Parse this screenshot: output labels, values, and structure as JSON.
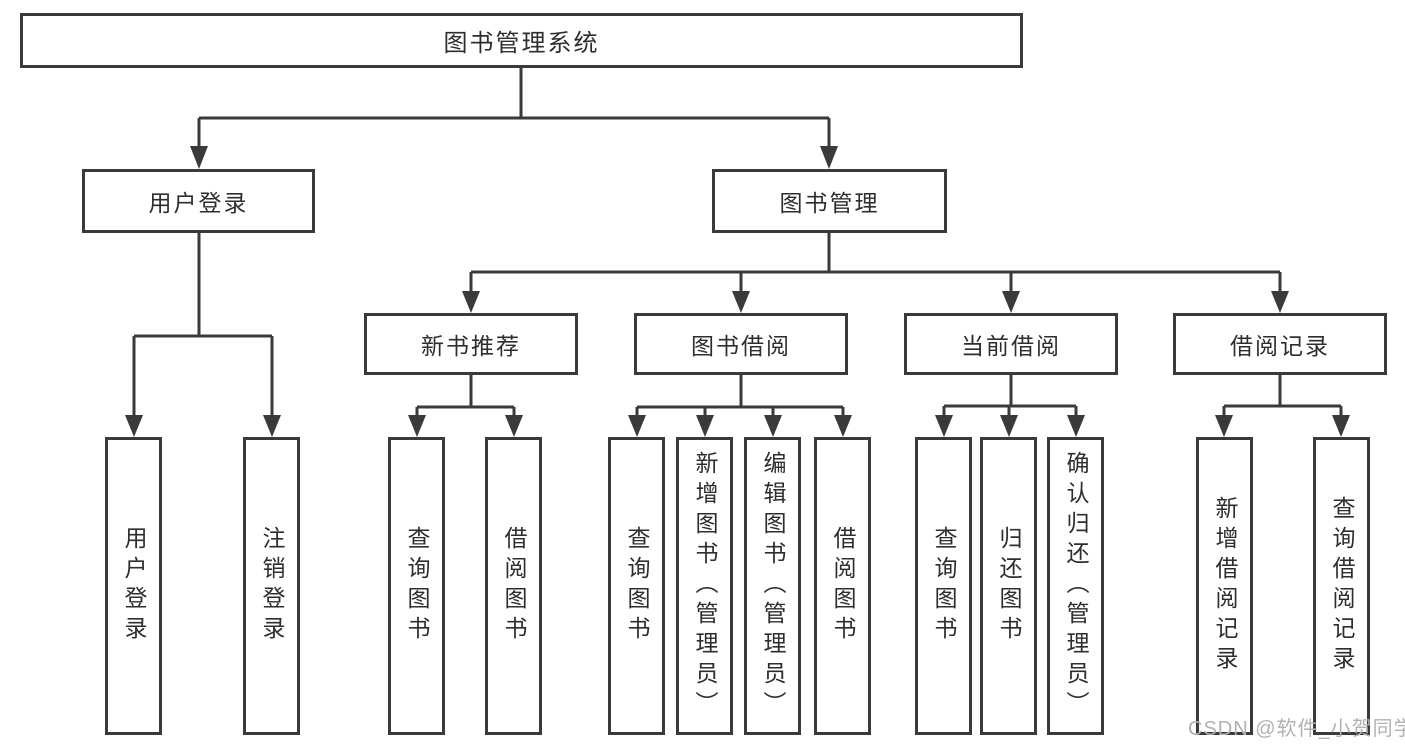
{
  "diagram": {
    "title": "图书管理系统",
    "root": {
      "label": "图书管理系统"
    },
    "level2": [
      {
        "label": "用户登录"
      },
      {
        "label": "图书管理"
      }
    ],
    "level3": [
      {
        "label": "新书推荐",
        "parent": "图书管理"
      },
      {
        "label": "图书借阅",
        "parent": "图书管理"
      },
      {
        "label": "当前借阅",
        "parent": "图书管理"
      },
      {
        "label": "借阅记录",
        "parent": "图书管理"
      }
    ],
    "leaves": [
      {
        "label": "用户登录",
        "parent": "用户登录"
      },
      {
        "label": "注销登录",
        "parent": "用户登录"
      },
      {
        "label": "查询图书",
        "parent": "新书推荐"
      },
      {
        "label": "借阅图书",
        "parent": "新书推荐"
      },
      {
        "label": "查询图书",
        "parent": "图书借阅"
      },
      {
        "label": "新增图书（管理员）",
        "parent": "图书借阅"
      },
      {
        "label": "编辑图书（管理员）",
        "parent": "图书借阅"
      },
      {
        "label": "借阅图书",
        "parent": "图书借阅"
      },
      {
        "label": "查询图书",
        "parent": "当前借阅"
      },
      {
        "label": "归还图书",
        "parent": "当前借阅"
      },
      {
        "label": "确认归还（管理员）",
        "parent": "当前借阅"
      },
      {
        "label": "新增借阅记录",
        "parent": "借阅记录"
      },
      {
        "label": "查询借阅记录",
        "parent": "借阅记录"
      }
    ],
    "colors": {
      "border": "#3a3a3a",
      "text": "#2e2e2e",
      "background": "#ffffff"
    }
  },
  "watermark": {
    "text": "CSDN @软件_小贺同学",
    "color": "#b2b2b2"
  }
}
